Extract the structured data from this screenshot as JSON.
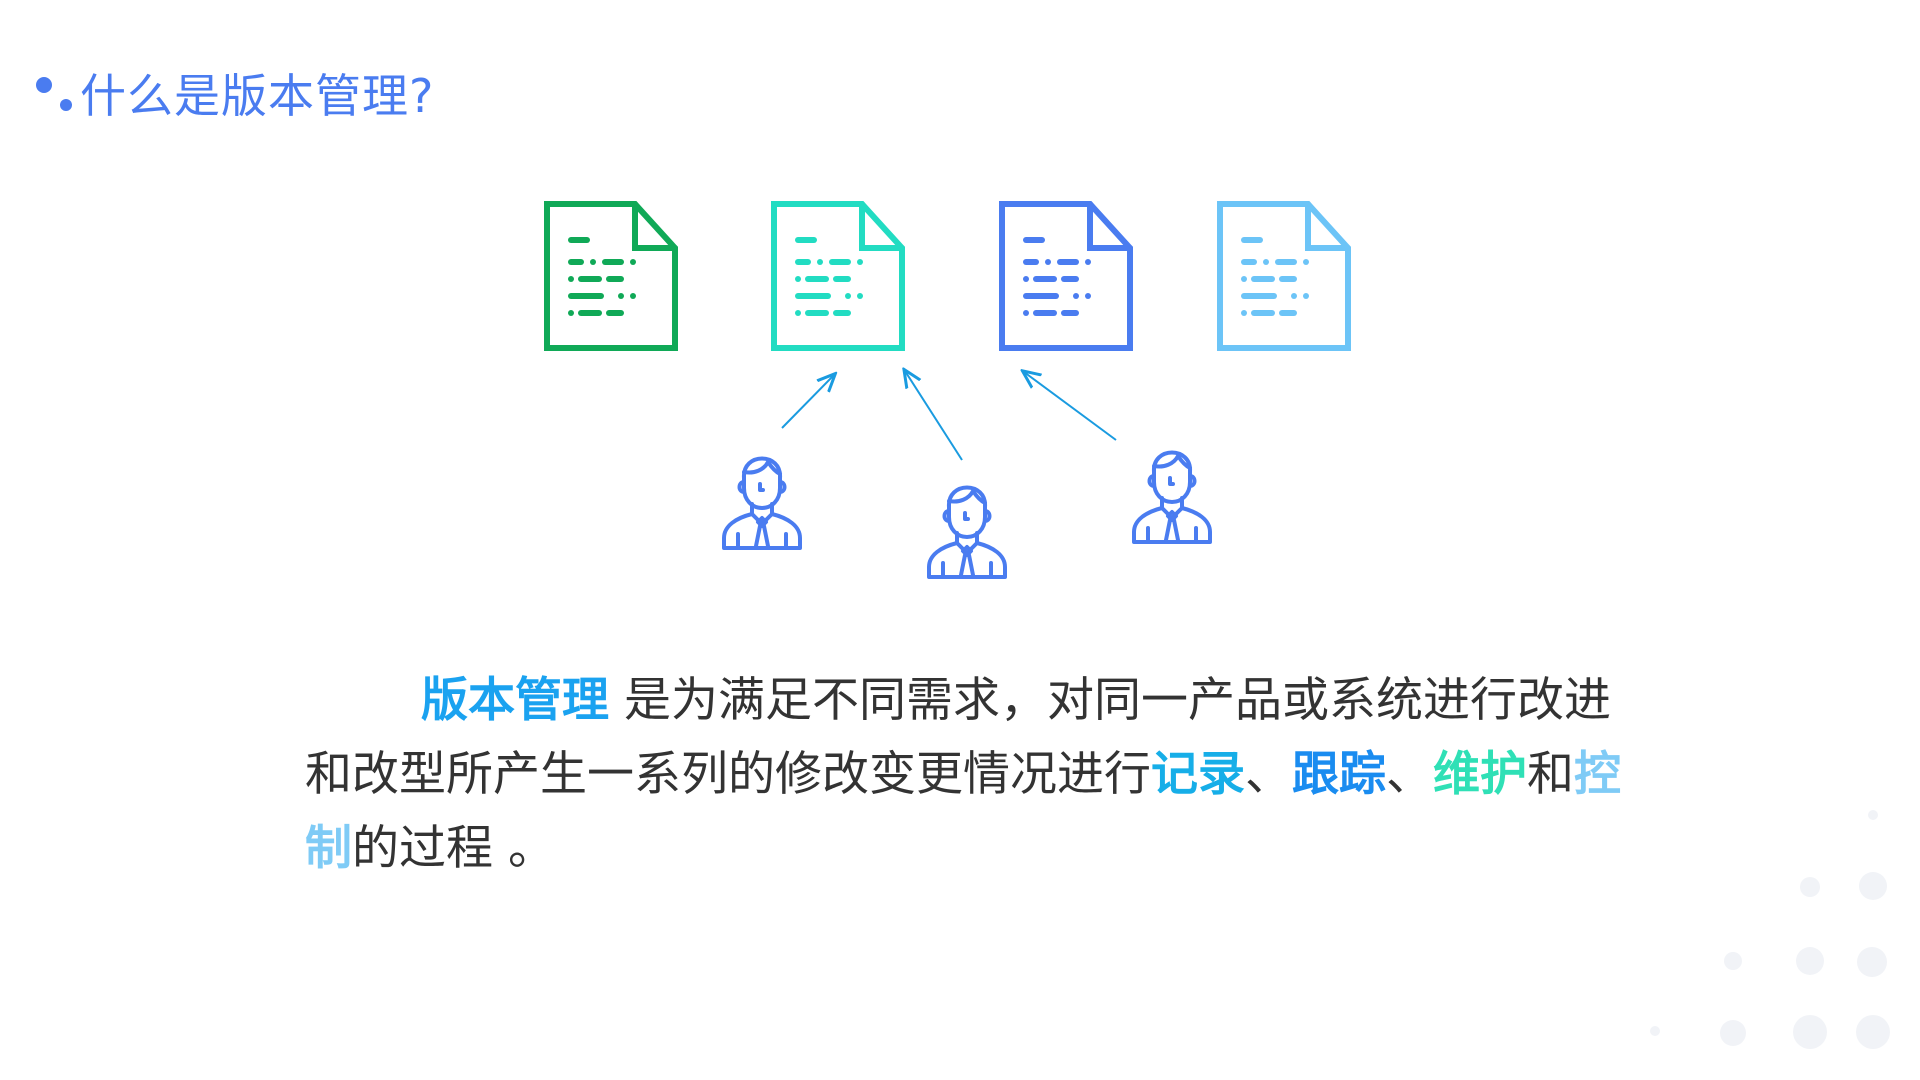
{
  "title": {
    "text": "什么是版本管理?",
    "color": "#4a7cf0"
  },
  "documents": [
    {
      "name": "document-green",
      "color": "#10a957"
    },
    {
      "name": "document-teal",
      "color": "#22dcc2"
    },
    {
      "name": "document-blue",
      "color": "#4a7cf0"
    },
    {
      "name": "document-light-blue",
      "color": "#6cc4f7"
    }
  ],
  "people_color": "#4a7cf0",
  "arrow_color": "#1a9be0",
  "paragraph": {
    "term": "版本管理",
    "line1_rest": " 是为满足不同需求，对同一产品或系统进行改进",
    "line2_a": "和改型所产生一系列的修改变更情况进行",
    "kw_record": "记录",
    "sep1": "、",
    "kw_track": "跟踪",
    "sep2": "、",
    "kw_maintain": "维护",
    "and": "和",
    "kw_control_1": "控",
    "kw_control_2": "制",
    "line3_rest": "的过程 。"
  },
  "colors": {
    "term": "#1aa2f0",
    "record": "#16aee8",
    "track": "#1a8cf0",
    "maintain": "#2fe0b6",
    "control": "#7fcbf6",
    "body_text": "#333333"
  }
}
